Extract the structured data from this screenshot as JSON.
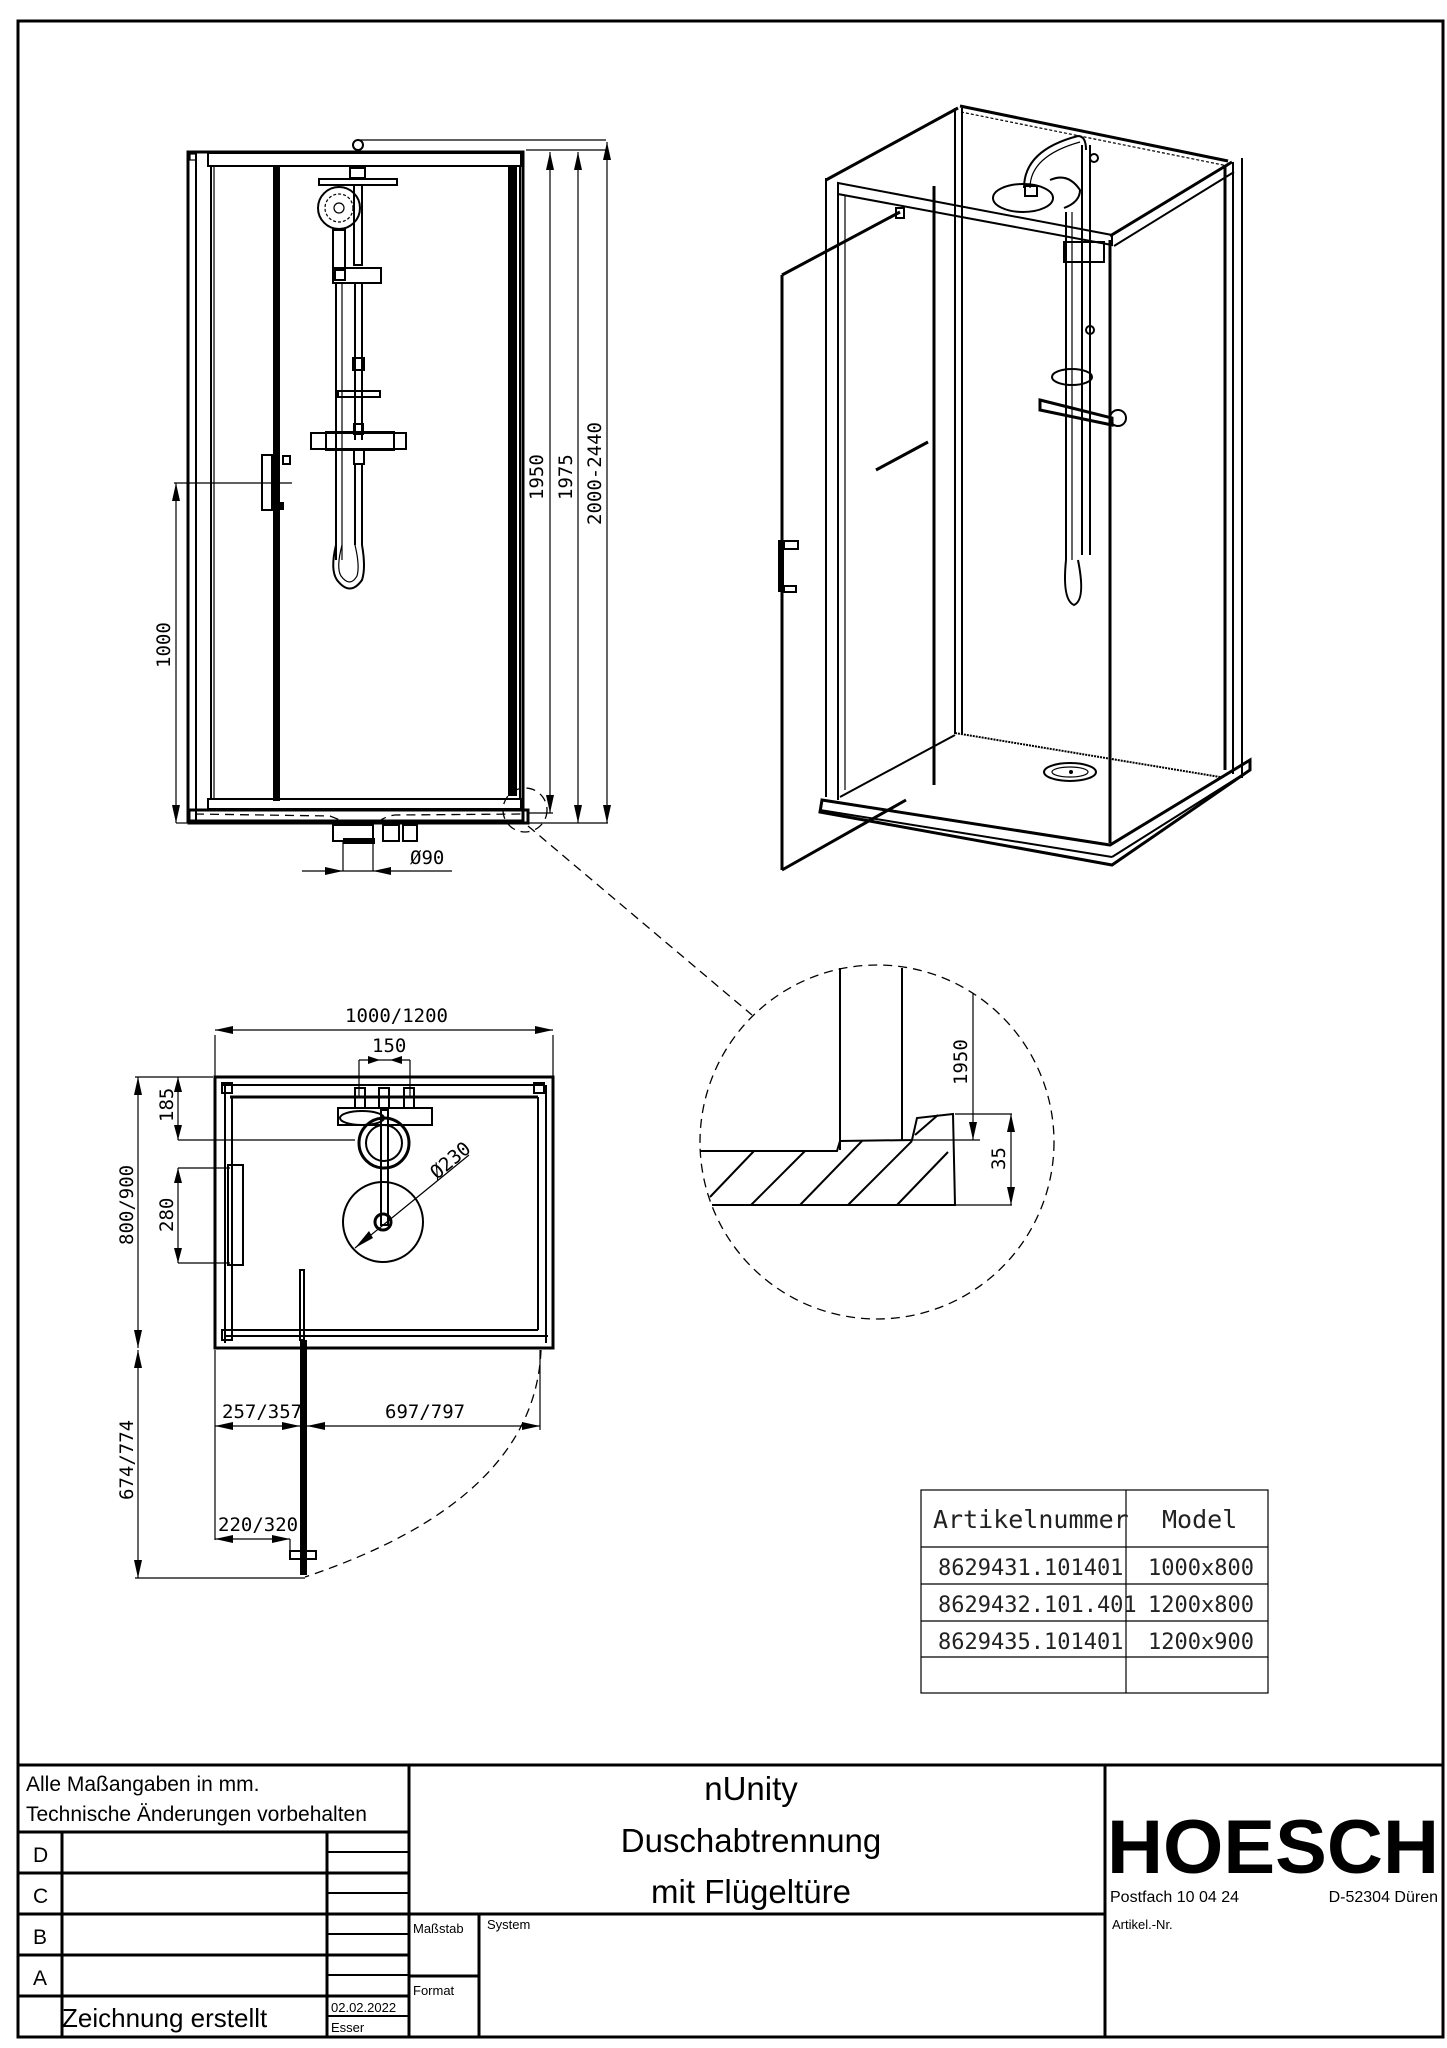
{
  "drawing": {
    "front_view": {
      "dims": {
        "height_1950": "1950",
        "height_1975": "1975",
        "height_total": "2000-2440",
        "handle_height": "1000",
        "drain_diameter": "Ø90"
      }
    },
    "plan_view": {
      "dims": {
        "width": "1000/1200",
        "mixer_spacing": "150",
        "depth": "800/900",
        "wall_offset": "185",
        "handle_length": "280",
        "head_diameter": "Ø230",
        "door_hinge_offset": "257/357",
        "door_width": "697/797",
        "door_swing": "674/774",
        "handle_offset": "220/320"
      }
    },
    "detail_view": {
      "dims": {
        "height": "1950",
        "tray_height": "35"
      }
    }
  },
  "article_table": {
    "headers": [
      "Artikelnummer",
      "Model"
    ],
    "rows": [
      {
        "article": "8629431.101401",
        "model": "1000x800"
      },
      {
        "article": "8629432.101.401",
        "model": "1200x800"
      },
      {
        "article": "8629435.101401",
        "model": "1200x900"
      },
      {
        "article": "",
        "model": ""
      }
    ]
  },
  "title_block": {
    "note_line1": "Alle Maßangaben in mm.",
    "note_line2": "Technische Änderungen vorbehalten",
    "revisions": [
      "D",
      "C",
      "B",
      "A"
    ],
    "created_label": "Zeichnung erstellt",
    "created_date": "02.02.2022",
    "created_by": "Esser",
    "scale_label": "Maßstab",
    "format_label": "Format",
    "system_label": "System",
    "title_line1": "nUnity",
    "title_line2": "Duschabtrennung",
    "title_line3": "mit Flügeltüre",
    "company": "HOESCH",
    "address_postbox": "Postfach 10 04 24",
    "address_city": "D-52304 Düren",
    "article_no_label": "Artikel.-Nr."
  }
}
